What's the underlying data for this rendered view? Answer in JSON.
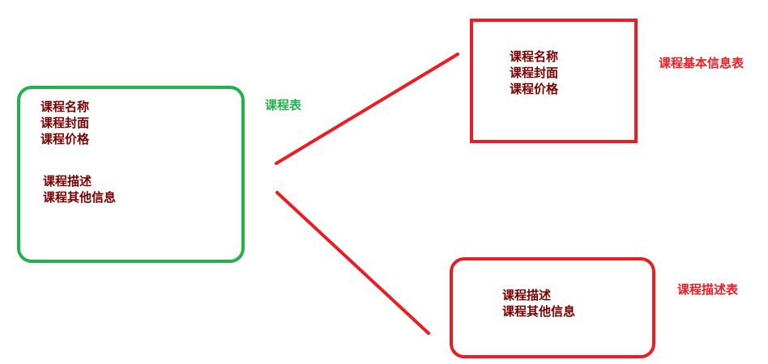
{
  "colors": {
    "main_border": "#22b14c",
    "sub_border": "#ed1c24",
    "field_text": "#7a0000",
    "main_label": "#22b14c",
    "sub_label": "#ed1c24",
    "connector": "#ed1c24"
  },
  "main_table": {
    "label": "课程表",
    "basic_fields": [
      "课程名称",
      "课程封面",
      "课程价格"
    ],
    "desc_fields": [
      "课程描述",
      "课程其他信息"
    ]
  },
  "basic_info_table": {
    "label": "课程基本信息表",
    "fields": [
      "课程名称",
      "课程封面",
      "课程价格"
    ]
  },
  "description_table": {
    "label": "课程描述表",
    "fields": [
      "课程描述",
      "课程其他信息"
    ]
  }
}
